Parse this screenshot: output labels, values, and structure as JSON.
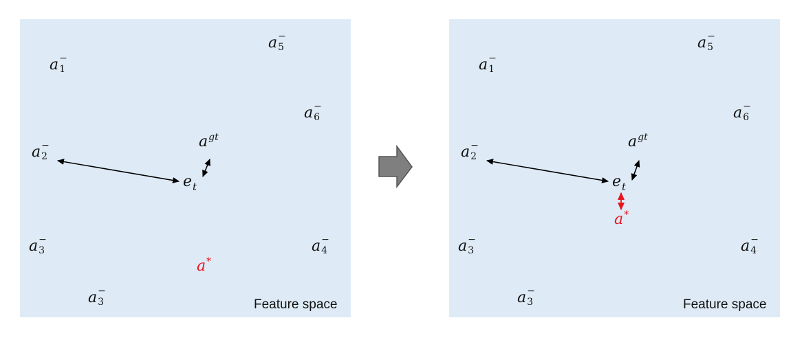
{
  "caption": "Feature space",
  "anchor_base": "a",
  "anchor_sup": "−",
  "indices": {
    "a1": "1",
    "a2": "2",
    "a3a": "3",
    "a3b": "3",
    "a4": "4",
    "a5": "5",
    "a6": "6"
  },
  "gt_sup": "gt",
  "star_sup": "*",
  "embedding_base": "e",
  "embedding_sub": "t",
  "colors": {
    "panel": "#deebf6",
    "highlight": "#e8141e",
    "arrow": "#000000",
    "next_arrow": "#7f7f7f"
  }
}
